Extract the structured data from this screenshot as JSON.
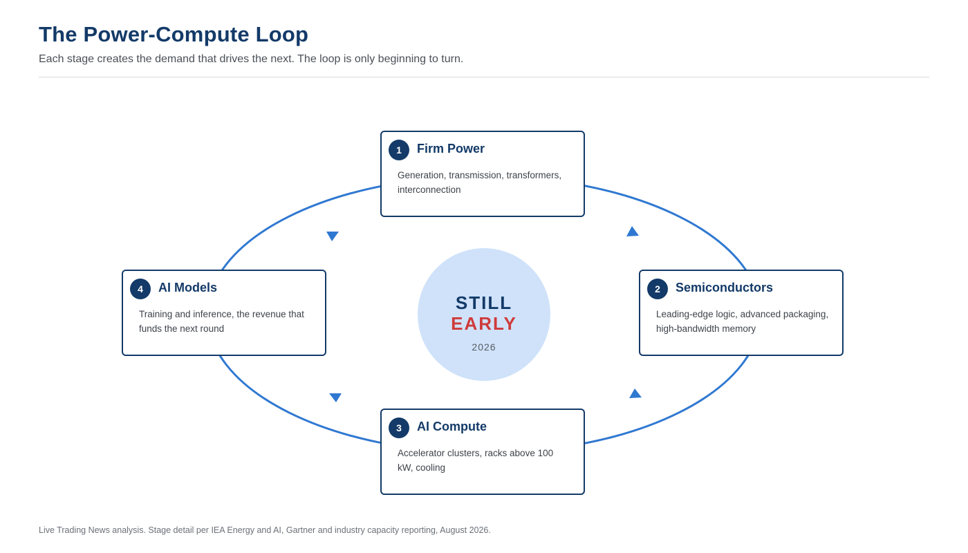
{
  "header": {
    "title": "The Power-Compute Loop",
    "subtitle": "Each stage creates the demand that drives the next. The loop is only beginning to turn."
  },
  "center": {
    "line1": "STILL",
    "line2": "EARLY",
    "year": "2026"
  },
  "stages": [
    {
      "number": "1",
      "title": "Firm Power",
      "description": "Generation, transmission, transformers, interconnection"
    },
    {
      "number": "2",
      "title": "Semiconductors",
      "description": "Leading-edge logic, advanced packaging, high-bandwidth memory"
    },
    {
      "number": "3",
      "title": "AI Compute",
      "description": "Accelerator clusters, racks above 100 kW, cooling"
    },
    {
      "number": "4",
      "title": "AI Models",
      "description": "Training and inference, the revenue that funds the next round"
    }
  ],
  "footnote": "Live Trading News analysis. Stage detail per IEA Energy and AI, Gartner and industry capacity reporting, August 2026.",
  "colors": {
    "navy": "#133a68",
    "loop_blue": "#2f78d1",
    "center_fill": "#cfe2fa",
    "accent_red": "#cf3b3b"
  }
}
